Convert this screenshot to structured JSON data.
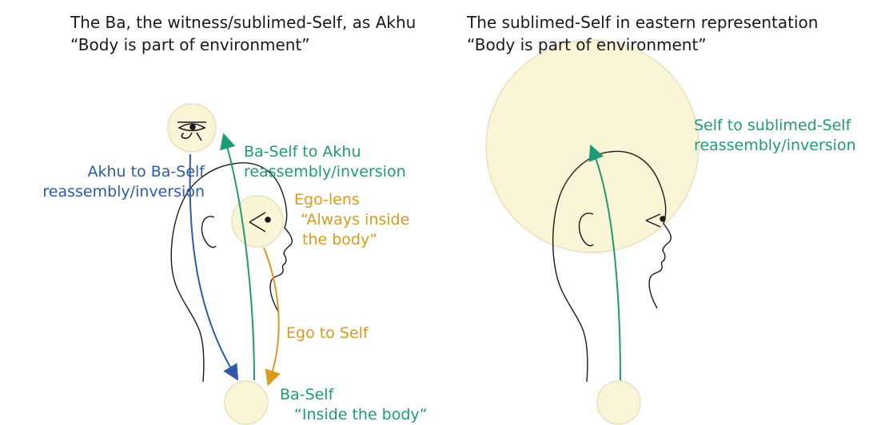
{
  "left_panel": {
    "title_line1": "The Ba, the witness/sublimed-Self, as Akhu",
    "title_line2": "“Body is part of environment”",
    "akhu_to_ba_line1": "Akhu to Ba-Self",
    "akhu_to_ba_line2": "reassembly/inversion",
    "ba_to_akhu_line1": "Ba-Self to Akhu",
    "ba_to_akhu_line2": "reassembly/inversion",
    "ego_lens_line1": "Ego-lens",
    "ego_lens_line2": "“Always inside",
    "ego_lens_line3": "the body”",
    "ego_to_self": "Ego to Self",
    "ba_self_line1": "Ba-Self",
    "ba_self_line2": "“Inside the body”"
  },
  "right_panel": {
    "title_line1": "The sublimed-Self in eastern representation",
    "title_line2": "“Body is part of environment”",
    "self_to_sublimed_line1": "Self to sublimed-Self",
    "self_to_sublimed_line2": "reassembly/inversion"
  },
  "colors": {
    "green": "#1f9a77",
    "blue": "#2f5aa8",
    "orange": "#d99a1e",
    "circle_fill": "#fbf5d8",
    "circle_stroke": "#e8e0bd",
    "outline": "#1a1a1a"
  }
}
